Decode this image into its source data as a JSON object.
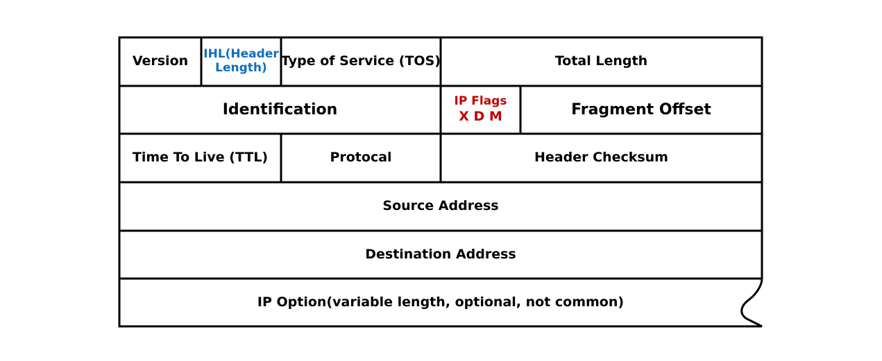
{
  "title": "",
  "colors": {
    "border": "#000000",
    "text": "#000000",
    "ihl_text": "#0f6fc0",
    "flags_text": "#c00000",
    "background": "#ffffff"
  },
  "rows": [
    {
      "cells": [
        {
          "label": "Version"
        },
        {
          "label": "IHL(Header Length)"
        },
        {
          "label": "Type of Service (TOS)"
        },
        {
          "label": "Total Length"
        }
      ]
    },
    {
      "cells": [
        {
          "label": "Identification"
        },
        {
          "label": "IP Flags",
          "sub": "X D M"
        },
        {
          "label": "Fragment Offset"
        }
      ]
    },
    {
      "cells": [
        {
          "label": "Time To Live (TTL)"
        },
        {
          "label": "Protocal"
        },
        {
          "label": "Header Checksum"
        }
      ]
    },
    {
      "cells": [
        {
          "label": "Source Address"
        }
      ]
    },
    {
      "cells": [
        {
          "label": "Destination Address"
        }
      ]
    },
    {
      "cells": [
        {
          "label": "IP Option(variable length, optional, not common)"
        }
      ]
    }
  ]
}
